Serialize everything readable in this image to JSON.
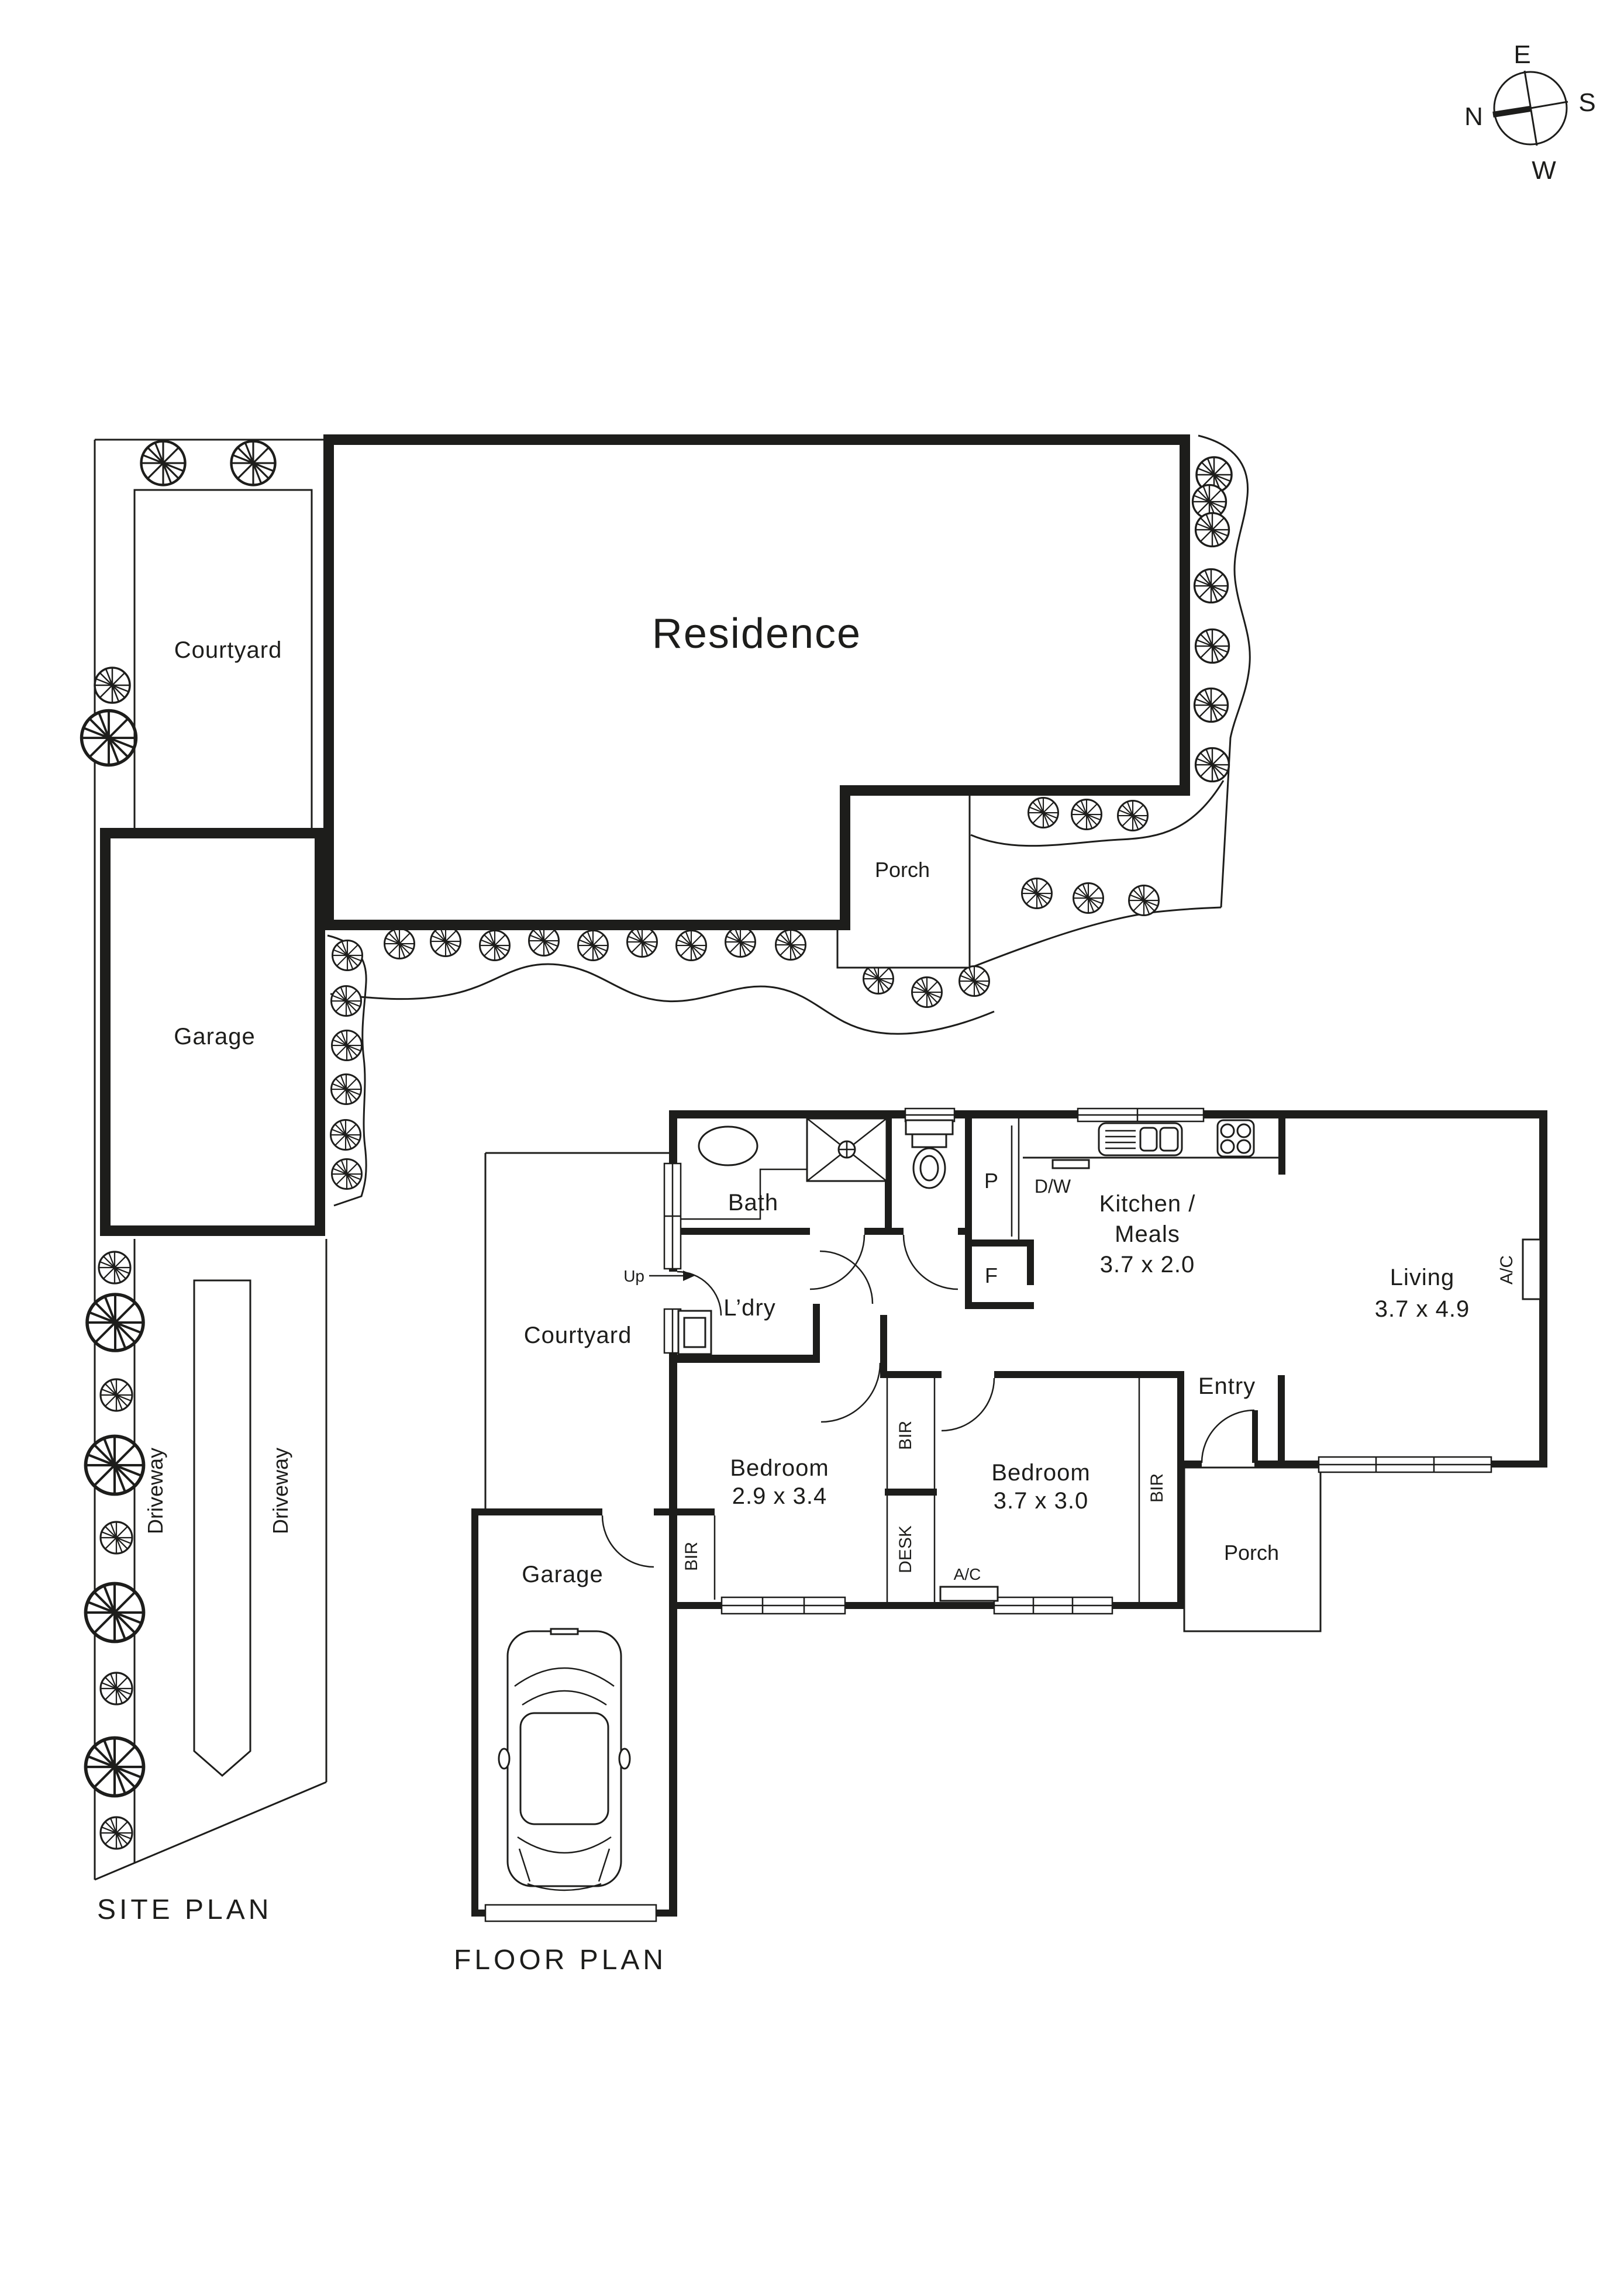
{
  "compass": {
    "n": "N",
    "e": "E",
    "s": "S",
    "w": "W"
  },
  "site_plan": {
    "title": "SITE PLAN",
    "courtyard": "Courtyard",
    "garage": "Garage",
    "residence": "Residence",
    "porch": "Porch",
    "driveway_left": "Driveway",
    "driveway_right": "Driveway"
  },
  "floor_plan": {
    "title": "FLOOR PLAN",
    "bath": "Bath",
    "ldry": "L’dry",
    "up": "Up",
    "courtyard": "Courtyard",
    "garage": "Garage",
    "pantry": "P",
    "fridge": "F",
    "dishwasher": "D/W",
    "kitchen_line1": "Kitchen /",
    "kitchen_line2": "Meals",
    "kitchen_dims": "3.7 x 2.0",
    "living": "Living",
    "living_dims": "3.7 x 4.9",
    "bedroom1": "Bedroom",
    "bedroom1_dims": "2.9 x 3.4",
    "bedroom2": "Bedroom",
    "bedroom2_dims": "3.7 x 3.0",
    "entry": "Entry",
    "porch": "Porch",
    "bir": "BIR",
    "desk": "DESK",
    "ac": "A/C"
  }
}
